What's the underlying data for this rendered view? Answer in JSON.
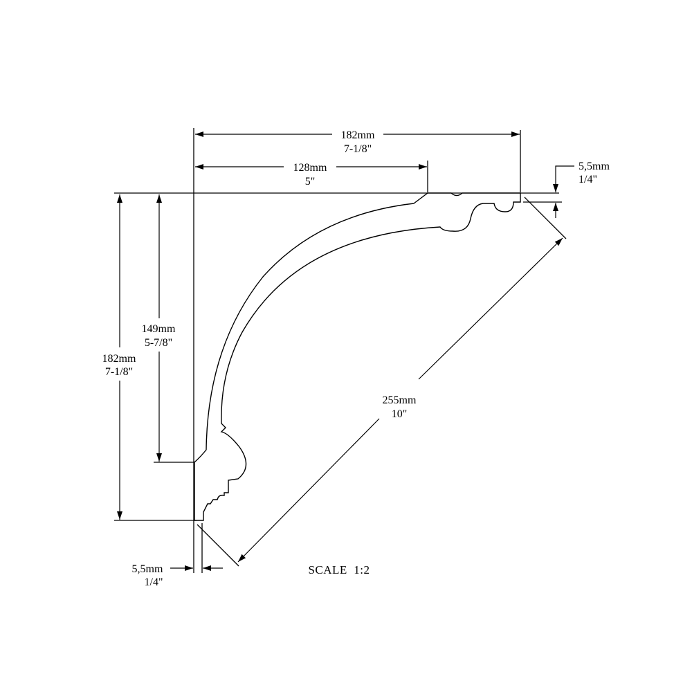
{
  "dimensions": {
    "top_overall": {
      "metric": "182mm",
      "imperial": "7-1/8\""
    },
    "top_partial": {
      "metric": "128mm",
      "imperial": "5\""
    },
    "top_right_offset": {
      "metric": "5,5mm",
      "imperial": "1/4\""
    },
    "left_partial": {
      "metric": "149mm",
      "imperial": "5-7/8\""
    },
    "left_overall": {
      "metric": "182mm",
      "imperial": "7-1/8\""
    },
    "diagonal": {
      "metric": "255mm",
      "imperial": "10\""
    },
    "bottom_left_offset": {
      "metric": "5,5mm",
      "imperial": "1/4\""
    }
  },
  "scale_label": "SCALE  1:2"
}
